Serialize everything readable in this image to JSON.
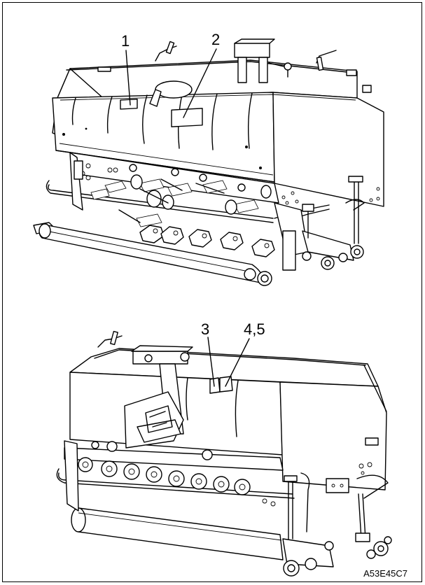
{
  "figure": {
    "callouts": {
      "top": [
        "1",
        "2"
      ],
      "bottom": [
        "3",
        "4,5"
      ]
    },
    "figure_code": "A53E45C7"
  }
}
